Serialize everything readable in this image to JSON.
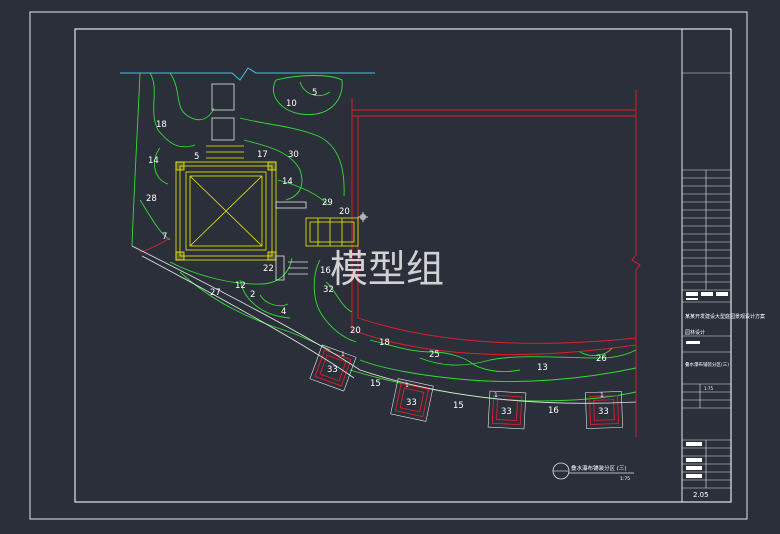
{
  "colors": {
    "background": "#2b2f3a",
    "frame": "#e6e6e6",
    "green": "#33dd33",
    "red": "#e01f2a",
    "yellow": "#f0f000",
    "cyan": "#3fc6d6",
    "white": "#ffffff"
  },
  "watermark": "模型组",
  "drawing_title": "叠水瀑布铺装分区 (三)",
  "drawing_scale": "1:75",
  "title_block": {
    "project_name": "某某开发建设大型庭园景观设计方案",
    "stage": "园林设计",
    "sheet_name": "叠水瀑布铺装分区(三)",
    "scale_value": "1:75",
    "sheet_code": "2.05"
  },
  "labels": [
    {
      "id": "l10",
      "text": "10"
    },
    {
      "id": "l5a",
      "text": "5"
    },
    {
      "id": "l18a",
      "text": "18"
    },
    {
      "id": "l14a",
      "text": "14"
    },
    {
      "id": "l5b",
      "text": "5"
    },
    {
      "id": "l17",
      "text": "17"
    },
    {
      "id": "l30",
      "text": "30"
    },
    {
      "id": "l28",
      "text": "28"
    },
    {
      "id": "l14b",
      "text": "14"
    },
    {
      "id": "l29",
      "text": "29"
    },
    {
      "id": "l20a",
      "text": "20"
    },
    {
      "id": "l7",
      "text": "7"
    },
    {
      "id": "l22",
      "text": "22"
    },
    {
      "id": "l16a",
      "text": "16"
    },
    {
      "id": "l12",
      "text": "12"
    },
    {
      "id": "l2",
      "text": "2"
    },
    {
      "id": "l27",
      "text": "27"
    },
    {
      "id": "l32",
      "text": "32"
    },
    {
      "id": "l4",
      "text": "4"
    },
    {
      "id": "l20b",
      "text": "20"
    },
    {
      "id": "l18b",
      "text": "18"
    },
    {
      "id": "l25",
      "text": "25"
    },
    {
      "id": "l13",
      "text": "13"
    },
    {
      "id": "l26",
      "text": "26"
    },
    {
      "id": "l1a",
      "text": "1"
    },
    {
      "id": "l1b",
      "text": "1"
    },
    {
      "id": "l1c",
      "text": "1"
    },
    {
      "id": "l1d",
      "text": "1"
    },
    {
      "id": "l15a",
      "text": "15"
    },
    {
      "id": "l15b",
      "text": "15"
    },
    {
      "id": "l16b",
      "text": "16"
    },
    {
      "id": "p33a",
      "text": "33"
    },
    {
      "id": "p33b",
      "text": "33"
    },
    {
      "id": "p33c",
      "text": "33"
    },
    {
      "id": "p33d",
      "text": "33"
    }
  ]
}
